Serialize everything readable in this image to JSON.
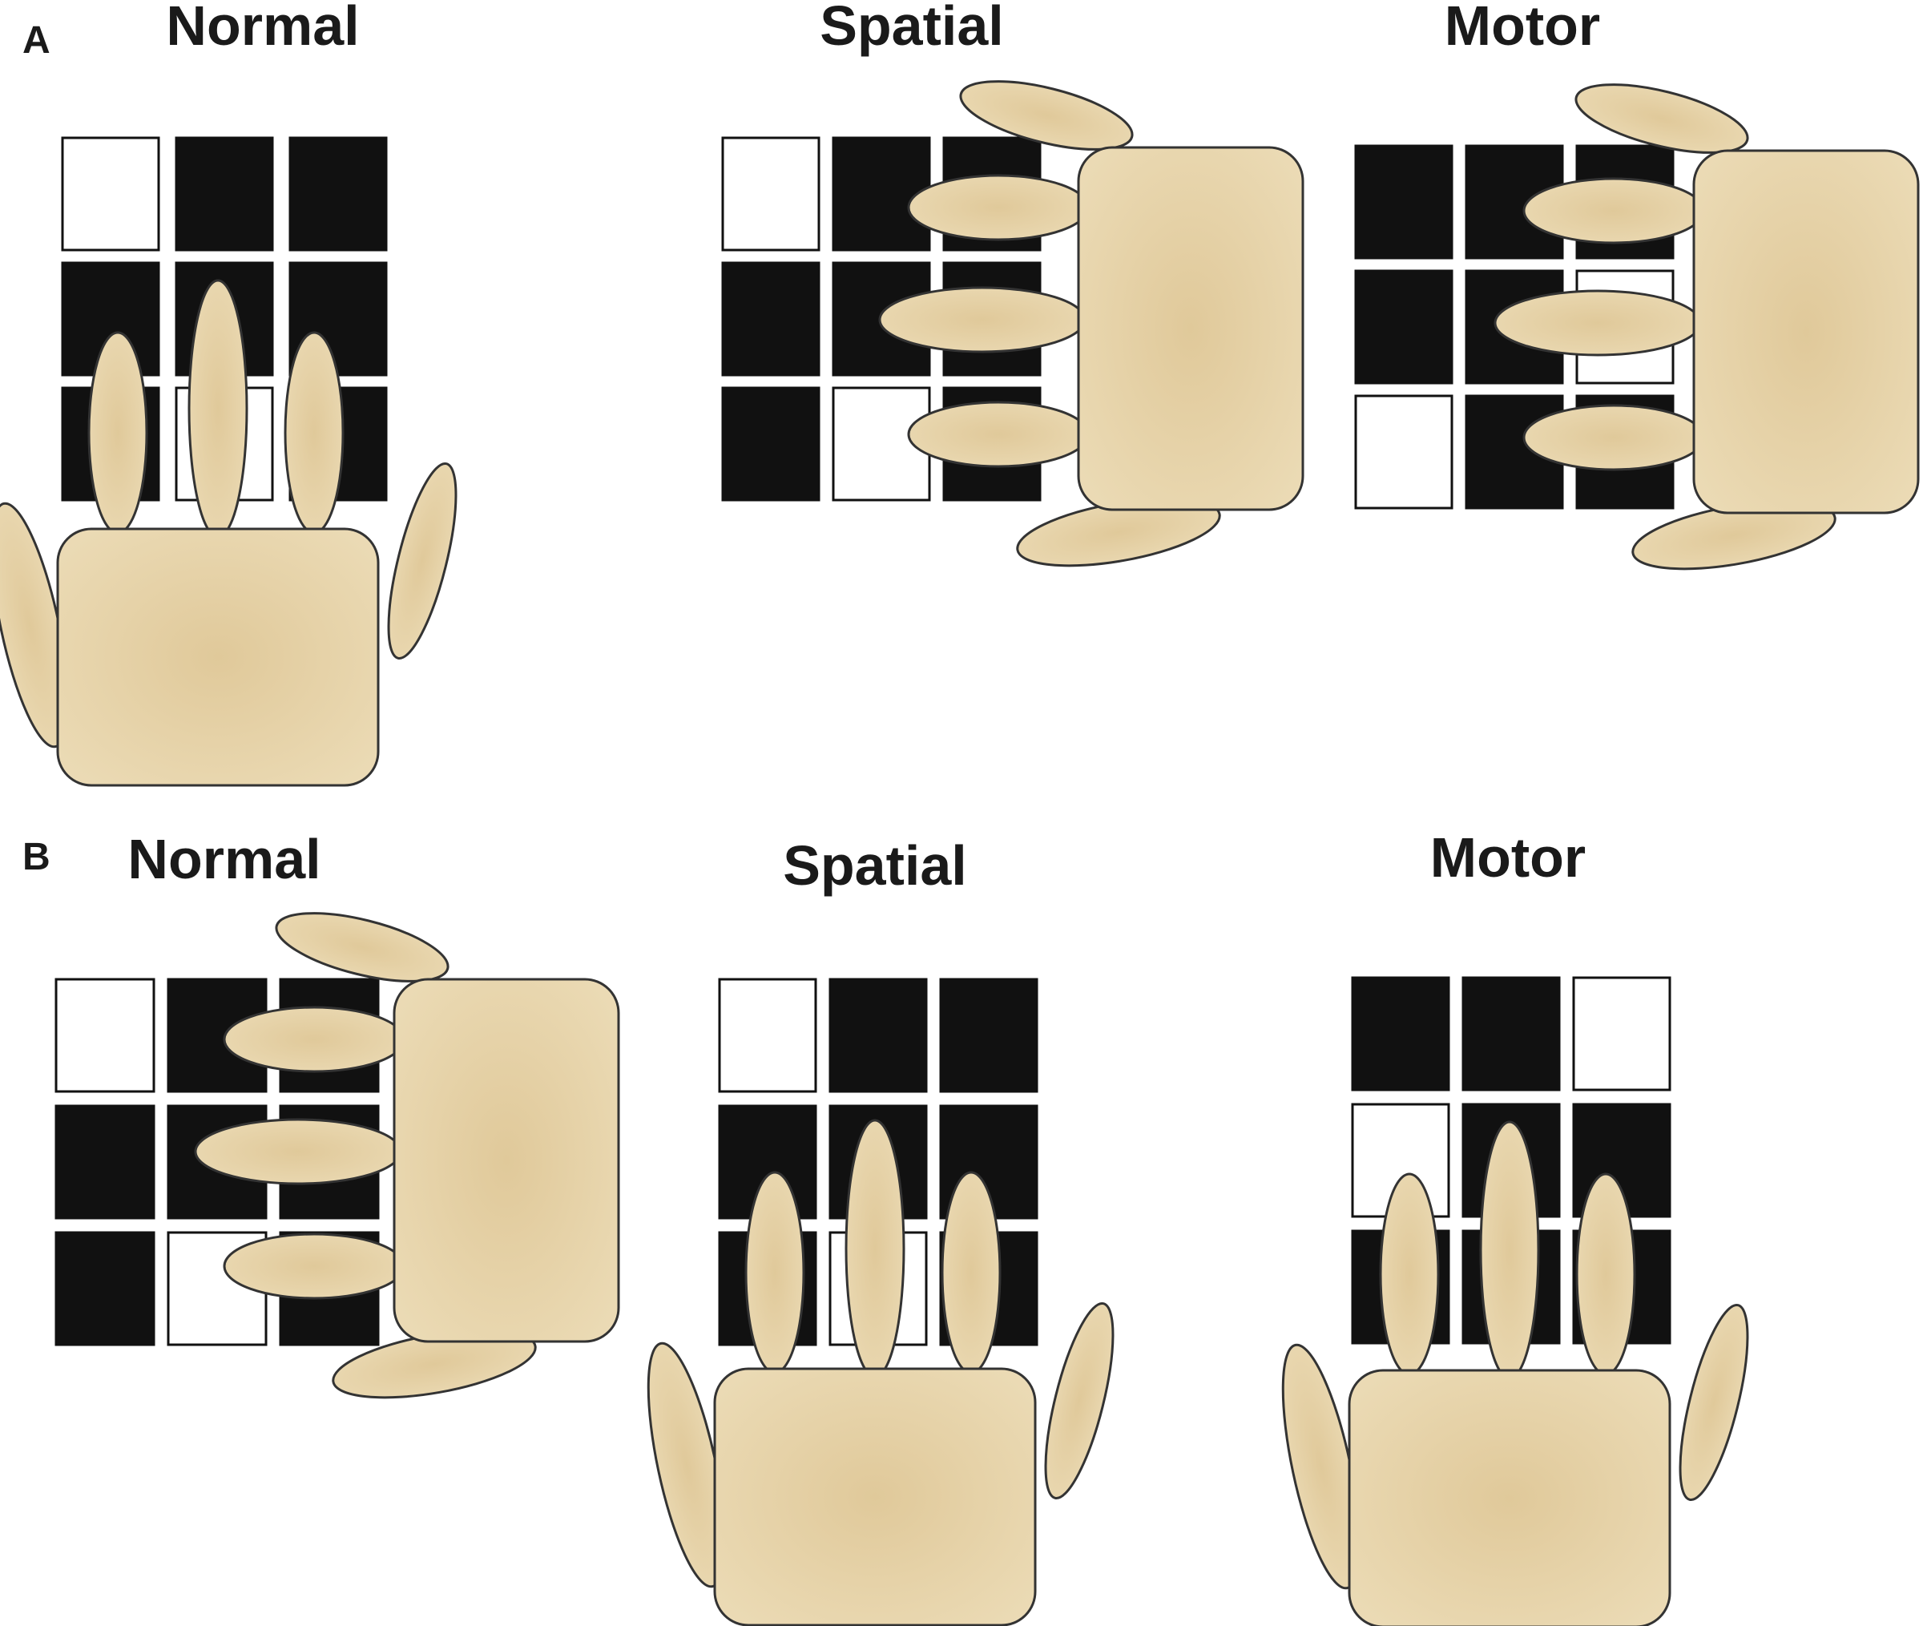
{
  "colors": {
    "skin": "#ecdcb7",
    "skin_dark": "#e0c99a",
    "cell_on": "#111111",
    "cell_off": "#ffffff",
    "outline": "#333333"
  },
  "panels": [
    {
      "label": "A",
      "conditions": [
        {
          "title": "Normal",
          "grid": [
            [
              0,
              1,
              1
            ],
            [
              1,
              1,
              1
            ],
            [
              1,
              0,
              1
            ]
          ],
          "hand": "from-below"
        },
        {
          "title": "Spatial",
          "grid": [
            [
              0,
              1,
              1
            ],
            [
              1,
              1,
              1
            ],
            [
              1,
              0,
              1
            ]
          ],
          "hand": "from-right"
        },
        {
          "title": "Motor",
          "grid": [
            [
              1,
              1,
              1
            ],
            [
              1,
              1,
              0
            ],
            [
              0,
              1,
              1
            ]
          ],
          "hand": "from-right"
        }
      ]
    },
    {
      "label": "B",
      "conditions": [
        {
          "title": "Normal",
          "grid": [
            [
              0,
              1,
              1
            ],
            [
              1,
              1,
              1
            ],
            [
              1,
              0,
              1
            ]
          ],
          "hand": "from-right"
        },
        {
          "title": "Spatial",
          "grid": [
            [
              0,
              1,
              1
            ],
            [
              1,
              1,
              1
            ],
            [
              1,
              0,
              1
            ]
          ],
          "hand": "from-below"
        },
        {
          "title": "Motor",
          "grid": [
            [
              1,
              1,
              0
            ],
            [
              0,
              1,
              1
            ],
            [
              1,
              1,
              1
            ]
          ],
          "hand": "from-below"
        }
      ]
    }
  ]
}
